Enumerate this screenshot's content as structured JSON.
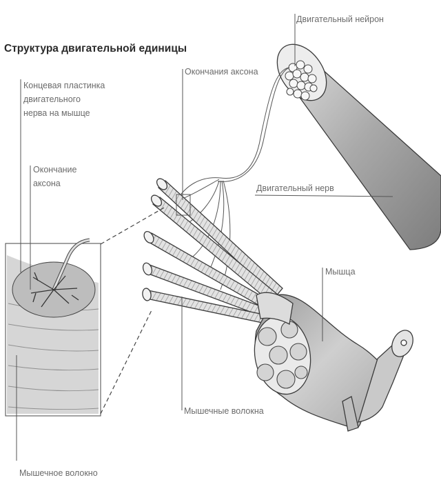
{
  "title": "Структура двигательной единицы",
  "labels": {
    "motor_neuron": "Двигательный нейрон",
    "end_plate_1": "Концевая пластинка",
    "end_plate_2": "двигательного",
    "end_plate_3": "нерва на мышце",
    "axon_end_1": "Окончание",
    "axon_end_2": "аксона",
    "axon_endings": "Окончания аксона",
    "motor_nerve": "Двигательный нерв",
    "muscle": "Мышца",
    "muscle_fibers": "Мышечные волокна",
    "muscle_fiber": "Мышечное волокно"
  },
  "colors": {
    "ink": "#3a3a3a",
    "tube_dark": "#8a8a8a",
    "tube_light": "#d6d6d6",
    "muscle": "#b8b8b8",
    "label": "#6a6a6a"
  }
}
